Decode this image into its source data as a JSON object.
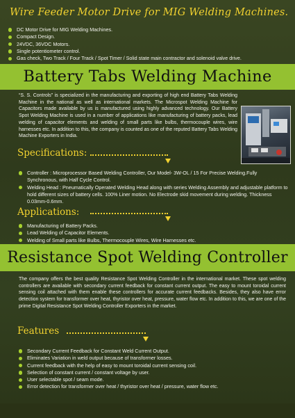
{
  "top": {
    "title": "Wire Feeder Motor Drive for MIG Welding Machines.",
    "items": [
      "DC Motor Drive for MIG Welding Machines.",
      "Compact Design.",
      "24VDC, 36VDC Motors.",
      "Single potentiometer control.",
      "Gas check, Two Track / Four Track / Spot Timer / Solid state main contractor and solenoid valve drive."
    ]
  },
  "battery": {
    "title": "Battery Tabs Welding Machine",
    "intro": "“S. S. Controls” is specialized in the manufacturing and exporting of high end Battery Tabs Welding Machine in the national as well as international markets. The Microspot Welding Machine for Capacitors made available by us is manufactured using highly advanced technology. Our Battery Spot Welding Machine is used in a number of applications like manufacturing of battery packs, lead welding of capacitor elements and welding of small parts like bulbs, thermocouple wires, wire harnesses etc. In addition to this, the company is counted as one of the reputed Battery Tabs Welding Machine Exporters in India.",
    "spec_heading": "Specifications:",
    "spec_items": [
      "Controller : Microprocessor Based Welding Controller, Our Model- 3W-OL / 15 For Precise Welding.Fully Synchronous, with Half Cycle Control.",
      "Welding Head : Pneumatically Operated Welding Head along with series Welding Assembly and adjustable platform to hold different sizes of battery cells. 100% Liner motion. No Electrode skid movement during welding. Thickness 0.03mm-0.6mm."
    ],
    "app_heading": "Applications:",
    "app_items": [
      "Manufacturing of Battery Packs.",
      "Lead Welding of Capacitor Elements.",
      "Welding of Small parts like Bulbs, Thermocouple Wires, Wire Harnesses etc."
    ]
  },
  "resistance": {
    "title": "Resistance Spot Welding Controller",
    "paragraph": "The company offers the best quality Resistance Spot Welding Controller in the international market. These spot welding controllers are available with secondary current feedback for constant current output. The easy to mount toroidal current sensing coil attached with them enable these controllers for accurate current feedbacks. Besides, they also have error detection system for transformer over heat, thyristor over heat, pressure, water flow etc. In addition to this, we are one of the prime Digital Resistance Spot Welding Controller Exporters in the market.",
    "features_heading": "Features",
    "features": [
      "Secondary Current Feedback for Constant Weld Current Output.",
      "Eliminates Variation in weld output because of transformer losses.",
      "Current feedback with the help of easy to mount toroidal current sensing coil.",
      "Selection of constant current / constant voltage by user.",
      "User selectable spot / seam mode.",
      "Error detection for transformer over heat / thyristor over heat / pressure, water flow etc."
    ]
  },
  "colors": {
    "accent_green": "#94c131",
    "heading_yellow": "#f2d230",
    "background": "#2f3a1c"
  }
}
